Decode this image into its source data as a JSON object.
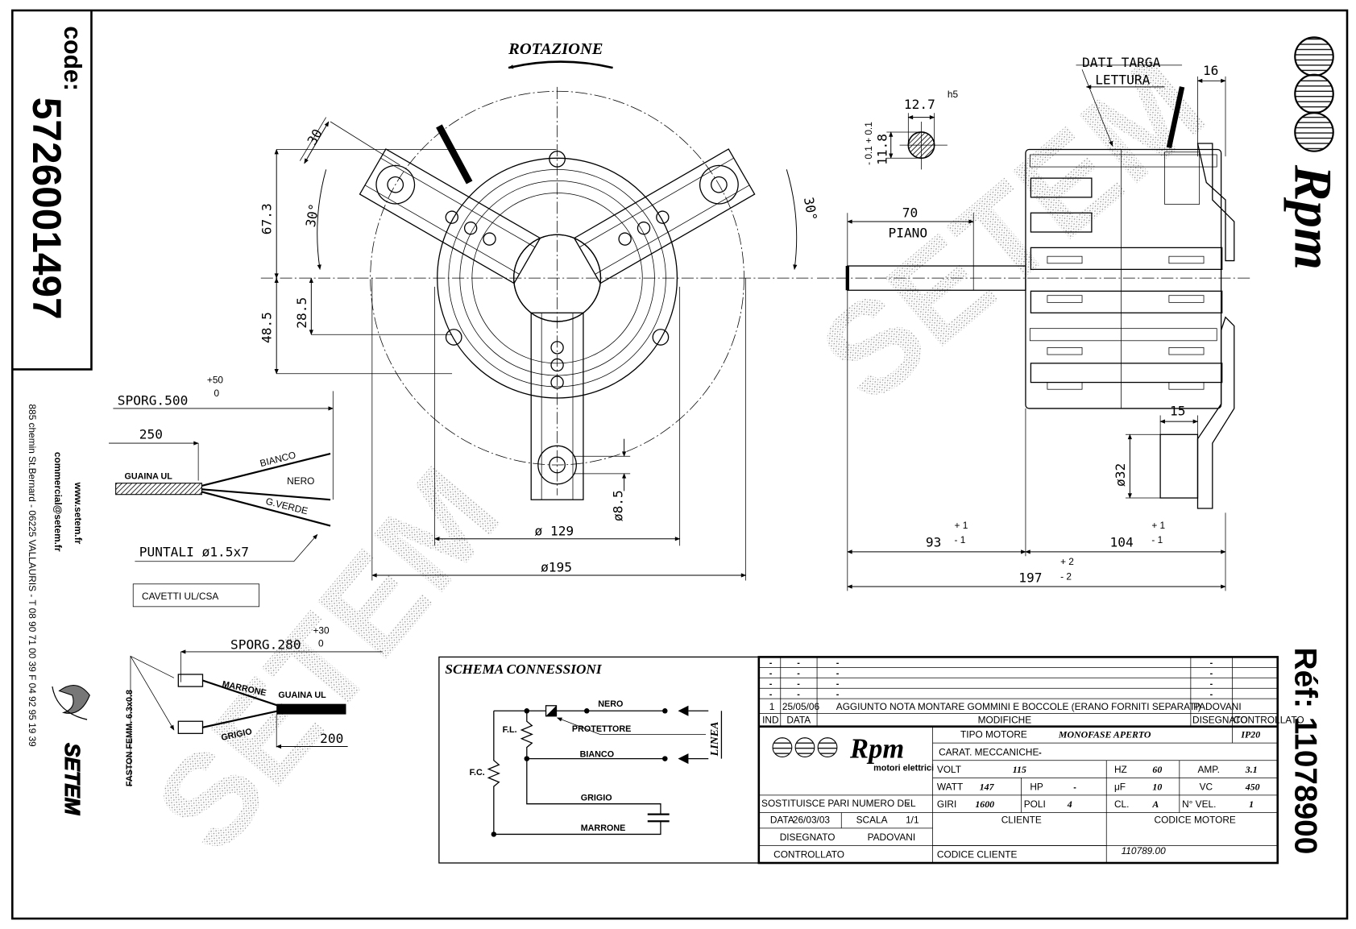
{
  "sidebar": {
    "code_label": "code:",
    "code": "5726001497",
    "website": "www.setem.fr",
    "email": "commercial@setem.fr",
    "address": "885 chemin St.Bernard - 06225 VALLAURIS - T 08 90 71 00 39  F 04 92 95 19 39",
    "brand": "SETEM"
  },
  "right": {
    "logo": "Rpm",
    "ref": "Réf: 11078900"
  },
  "watermark": "SETEM",
  "front_view": {
    "rotation": "ROTAZIONE",
    "d67": "67.3",
    "d48": "48.5",
    "d28": "28.5",
    "d30": "30",
    "a30_left": "30°",
    "a30_right": "30°",
    "d129": "ø 129",
    "d195": "ø195",
    "d8": "ø8.5"
  },
  "side_view": {
    "dati_targa": "DATI TARGA",
    "lettura": "LETTURA",
    "d16": "16",
    "d12": "12.7",
    "h5": "h5",
    "d11": "11.8",
    "tol_shaft": "- 0.1 + 0.1",
    "d70": "70",
    "piano": "PIANO",
    "d15": "15",
    "d32": "ø32",
    "d93": "93",
    "d104": "104",
    "d197": "197",
    "tol1_plus": "+ 1",
    "tol1_minus": "- 1",
    "tol2_plus": "+ 2",
    "tol2_minus": "- 2"
  },
  "cable1": {
    "sporg": "SPORG.500",
    "tol_plus": "+50",
    "tol_zero": "0",
    "d250": "250",
    "sheath": "GUAINA UL",
    "wires": [
      "BIANCO",
      "NERO",
      "G.VERDE"
    ],
    "puntali": "PUNTALI ø1.5x7",
    "cavetti": "CAVETTI UL/CSA"
  },
  "cable2": {
    "sporg": "SPORG.280",
    "tol_plus": "+30",
    "tol_zero": "0",
    "faston": "FASTON FEMM. 6.3x0.8",
    "sheath": "GUAINA UL",
    "wires": [
      "MARRONE",
      "GRIGIO"
    ],
    "d200": "200"
  },
  "schema": {
    "title": "SCHEMA CONNESSIONI",
    "nero": "NERO",
    "protettore": "PROTETTORE",
    "bianco": "BIANCO",
    "grigio": "GRIGIO",
    "marrone": "MARRONE",
    "fl": "F.L.",
    "fc": "F.C.",
    "linea": "LINEA"
  },
  "title_block": {
    "revisions": [
      {
        "ind": "-",
        "data": "-",
        "desc": "-",
        "dis": "-",
        "ctrl": ""
      },
      {
        "ind": "-",
        "data": "-",
        "desc": "-",
        "dis": "-",
        "ctrl": ""
      },
      {
        "ind": "-",
        "data": "-",
        "desc": "-",
        "dis": "-",
        "ctrl": ""
      },
      {
        "ind": "-",
        "data": "-",
        "desc": "-",
        "dis": "-",
        "ctrl": ""
      },
      {
        "ind": "1",
        "data": "25/05/06",
        "desc": "AGGIUNTO NOTA MONTARE GOMMINI E BOCCOLE (ERANO FORNITI SEPARATI)",
        "dis": "PADOVANI",
        "ctrl": ""
      }
    ],
    "hdr_ind": "IND",
    "hdr_data": "DATA",
    "hdr_modifiche": "MODIFICHE",
    "hdr_disegnato": "DISEGNATO",
    "hdr_controllato": "CONTROLLATO",
    "logo": "Rpm",
    "logo_sub": "motori elettrici",
    "tipo_motore_label": "TIPO MOTORE",
    "tipo_motore": "MONOFASE APERTO",
    "ip": "IP20",
    "carat_label": "CARAT. MECCANICHE",
    "carat": "-",
    "volt_label": "VOLT",
    "volt": "115",
    "hz_label": "HZ",
    "hz": "60",
    "amp_label": "AMP.",
    "amp": "3.1",
    "watt_label": "WATT",
    "watt": "147",
    "hp_label": "HP",
    "hp": "-",
    "uf_label": "μF",
    "uf": "10",
    "vc_label": "VC",
    "vc": "450",
    "giri_label": "GIRI",
    "giri": "1600",
    "poli_label": "POLI",
    "poli": "4",
    "cl_label": "CL.",
    "cl": "A",
    "vel_label": "N° VEL.",
    "vel": "1",
    "sostituisce": "SOSTITUISCE PARI NUMERO DEL",
    "sostituisce_val": "-",
    "data_label": "DATA",
    "data": "26/03/03",
    "scala_label": "SCALA",
    "scala": "1/1",
    "disegnato_label": "DISEGNATO",
    "disegnato": "PADOVANI",
    "controllato_label": "CONTROLLATO",
    "cliente_label": "CLIENTE",
    "codice_cliente_label": "CODICE CLIENTE",
    "codice_motore_label": "CODICE MOTORE",
    "codice_motore": "110789.00"
  }
}
